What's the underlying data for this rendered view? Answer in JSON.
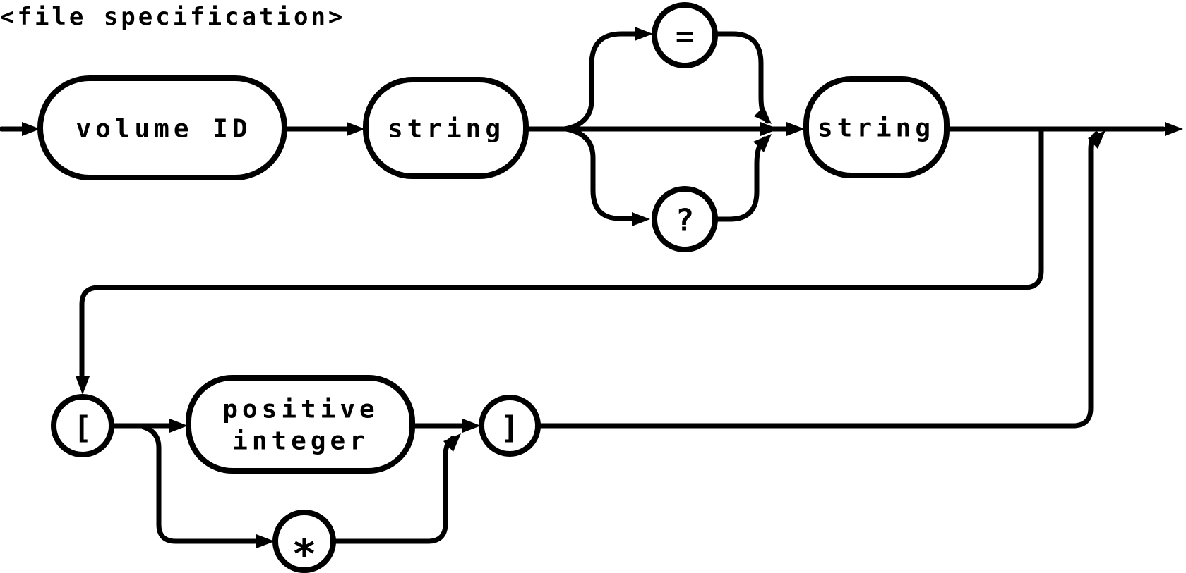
{
  "title": "<file specification>",
  "colors": {
    "ink": "#000000",
    "background": "#ffffff"
  },
  "nodes": {
    "volume_id": {
      "label": "volume ID",
      "shape": "stadium"
    },
    "string_1": {
      "label": "string",
      "shape": "stadium"
    },
    "equals": {
      "label": "=",
      "shape": "circle"
    },
    "question_mark": {
      "label": "?",
      "shape": "circle"
    },
    "string_2": {
      "label": "string",
      "shape": "stadium"
    },
    "open_bracket": {
      "label": "[",
      "shape": "circle"
    },
    "positive_integer": {
      "line1": "positive",
      "line2": "integer",
      "shape": "stadium"
    },
    "asterisk": {
      "label": "*",
      "shape": "circle"
    },
    "close_bracket": {
      "label": "]",
      "shape": "circle"
    }
  }
}
